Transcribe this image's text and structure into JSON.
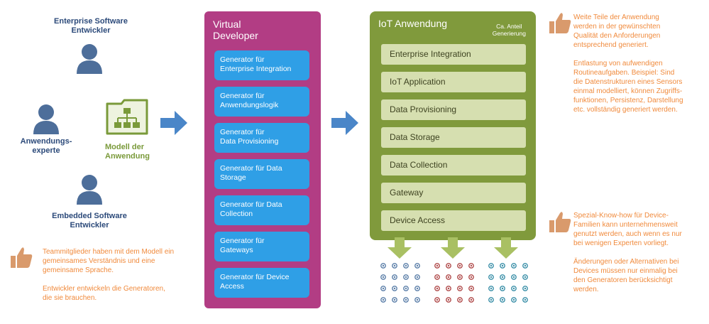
{
  "roles": {
    "enterprise": "Enterprise Software\nEntwickler",
    "anwendung": "Anwendungs-\nexperte",
    "embedded": "Embedded Software\nEntwickler",
    "modell": "Modell der\nAnwendung"
  },
  "virtual_developer": {
    "title": "Virtual\nDeveloper",
    "generators": [
      "Generator für\nEnterprise Integration",
      "Generator für\nAnwendungslogik",
      "Generator für\nData Provisioning",
      "Generator für Data\nStorage",
      "Generator für Data\nCollection",
      "Generator für\nGateways",
      "Generator für Device\nAccess"
    ]
  },
  "iot": {
    "title": "IoT Anwendung",
    "share_label": "Ca. Anteil\nGenerierung",
    "layers": [
      "Enterprise Integration",
      "IoT Application",
      "Data Provisioning",
      "Data Storage",
      "Data Collection",
      "Gateway",
      "Device Access"
    ]
  },
  "notes": {
    "left": "Teammitglieder haben mit dem Modell ein\ngemeinsames Verständnis und eine\ngemeinsame Sprache.\n\nEntwickler entwickeln die Generatoren,\ndie sie brauchen.",
    "right_top": "Weite Teile der Anwendung\nwerden in der gewünschten\nQualität den Anforderungen\nentsprechend generiert.\n\nEntlastung von aufwendigen\nRoutineaufgaben. Beispiel: Sind\ndie Datenstrukturen eines Sensors\neinmal modelliert, können Zugriffs-\nfunktionen, Persistenz, Darstellung\netc. vollständig generiert werden.",
    "right_bottom": "Spezial-Know-how für Device-\nFamilien kann unternehmensweit\ngenutzt werden, auch wenn es nur\nbei wenigen Experten vorliegt.\n\nÄnderungen oder Alternativen bei\nDevices müssen nur einmalig bei\nden Generatoren berücksichtigt\nwerden."
  },
  "colors": {
    "virtual_developer": "#b23d84",
    "generator": "#2f9fe6",
    "iot_panel": "#809a3c",
    "layer": "#d6dfb0",
    "arrow_blue": "#4a86c8",
    "arrow_green": "#a9c063",
    "note_text": "#f08a3c",
    "person": "#4d6e9a"
  },
  "icons": [
    "person-icon",
    "folder-model-icon",
    "thumbs-up-icon",
    "arrow-right-icon",
    "arrow-down-icon",
    "device-icon"
  ]
}
